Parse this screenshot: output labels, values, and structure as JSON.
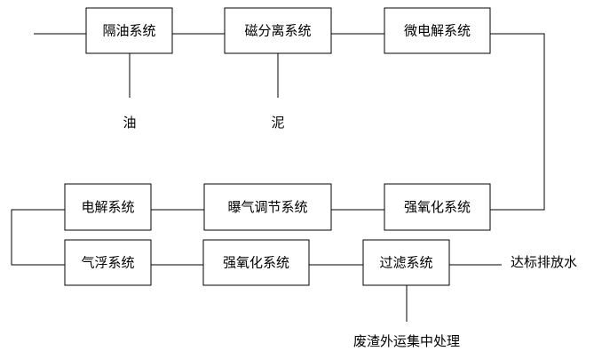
{
  "nodes": {
    "oil_separation": "隔油系统",
    "magnetic_separation": "磁分离系统",
    "micro_electrolysis": "微电解系统",
    "strong_oxidation_1": "强氧化系统",
    "aeration_regulation": "曝气调节系统",
    "electrolysis": "电解系统",
    "air_flotation": "气浮系统",
    "strong_oxidation_2": "强氧化系统",
    "filtration": "过滤系统"
  },
  "outputs": {
    "oil": "油",
    "sludge": "泥",
    "discharge": "达标排放水",
    "residue": "废渣外运集中处理"
  }
}
